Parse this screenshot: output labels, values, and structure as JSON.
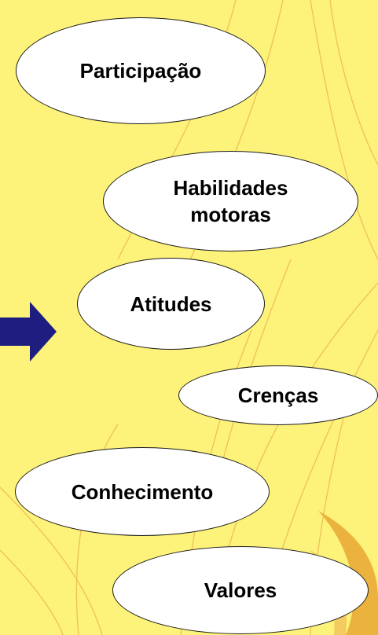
{
  "diagram": {
    "background_color": "#fdf27a",
    "accent_color": "#1e1e80",
    "arrow": {
      "icon": "right-arrow-icon",
      "direction": "right"
    },
    "nodes": {
      "participacao": {
        "label": "Participação"
      },
      "habilidades": {
        "line1": "Habilidades",
        "line2": "motoras"
      },
      "atitudes": {
        "label": "Atitudes"
      },
      "crencas": {
        "label": "Crenças"
      },
      "conhecimento": {
        "label": "Conhecimento"
      },
      "valores": {
        "label": "Valores"
      }
    }
  }
}
